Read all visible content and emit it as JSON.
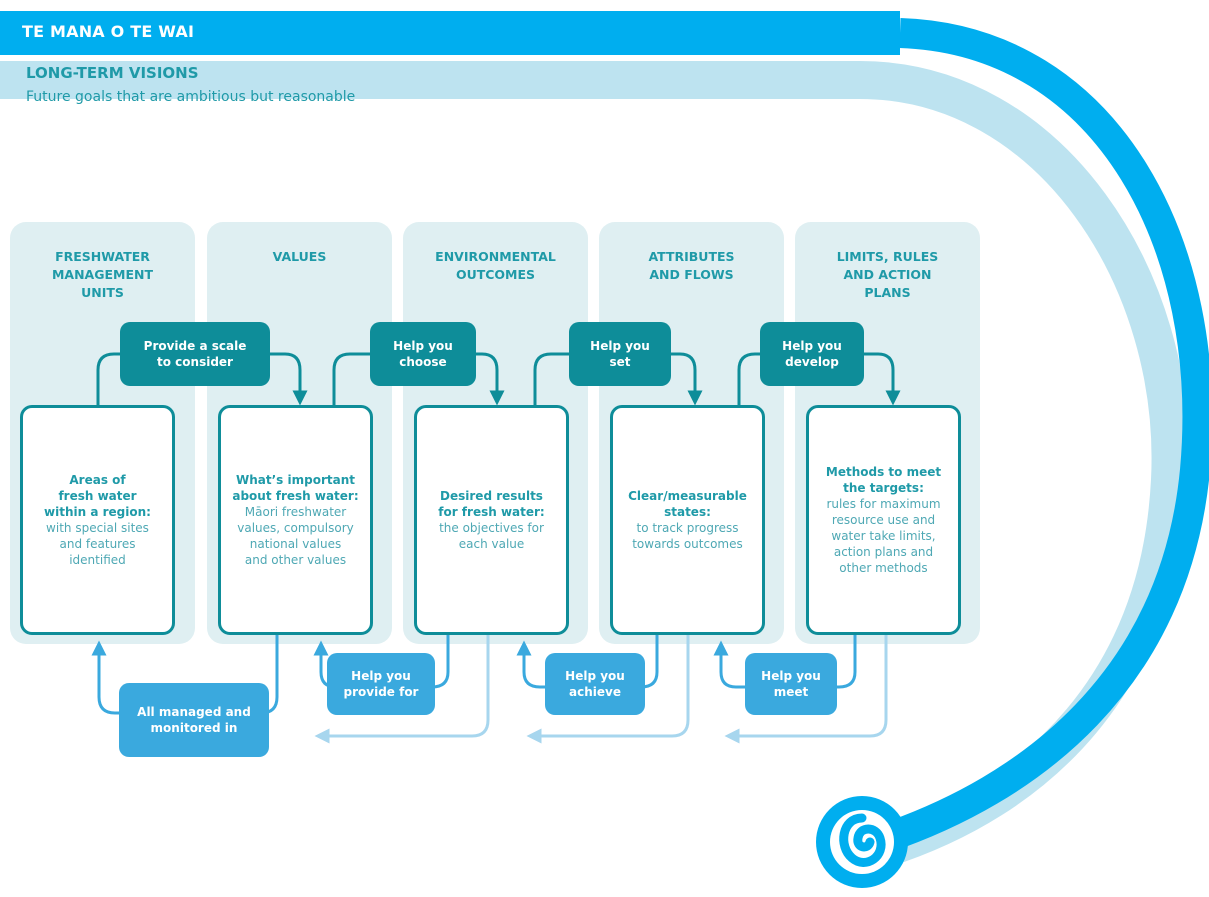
{
  "header": {
    "title": "TE MANA O TE WAI",
    "visions_heading": "LONG-TERM VISIONS",
    "visions_subtitle": "Future goals that are ambitious but reasonable"
  },
  "columns": [
    {
      "heading_lines": [
        "FRESHWATER",
        "MANAGEMENT",
        "UNITS"
      ],
      "card_bold": [
        "Areas of",
        "fresh water",
        "within a region:"
      ],
      "card_text": [
        "with special sites",
        "and features",
        "identified"
      ]
    },
    {
      "heading_lines": [
        "VALUES"
      ],
      "card_bold": [
        "What’s important",
        "about fresh water:"
      ],
      "card_text": [
        "Māori freshwater",
        "values, compulsory",
        "national values",
        "and other values"
      ]
    },
    {
      "heading_lines": [
        "ENVIRONMENTAL",
        "OUTCOMES"
      ],
      "card_bold": [
        "Desired results",
        "for fresh water:"
      ],
      "card_text": [
        "the objectives for",
        "each value"
      ]
    },
    {
      "heading_lines": [
        "ATTRIBUTES",
        "AND FLOWS"
      ],
      "card_bold": [
        "Clear/measurable",
        "states:"
      ],
      "card_text": [
        "to track progress",
        "towards outcomes"
      ]
    },
    {
      "heading_lines": [
        "LIMITS, RULES",
        "AND ACTION",
        "PLANS"
      ],
      "card_bold": [
        "Methods to meet",
        "the targets:"
      ],
      "card_text": [
        "rules for maximum",
        "resource use and",
        "water take limits,",
        "action plans and",
        "other methods"
      ]
    }
  ],
  "top_connectors": [
    [
      "Provide a scale",
      "to consider"
    ],
    [
      "Help you",
      "choose"
    ],
    [
      "Help you",
      "set"
    ],
    [
      "Help you",
      "develop"
    ]
  ],
  "bottom_connectors": [
    [
      "All managed and",
      "monitored in"
    ],
    [
      "Help you",
      "provide for"
    ],
    [
      "Help you",
      "achieve"
    ],
    [
      "Help you",
      "meet"
    ]
  ],
  "colors": {
    "teal_dark": "#0e8d99",
    "blue_bright": "#00aeef",
    "blue_light": "#bde3f0",
    "blue_mid": "#3aa9de",
    "column_bg": "#dfeff2",
    "text_teal": "#1f9aa8"
  }
}
